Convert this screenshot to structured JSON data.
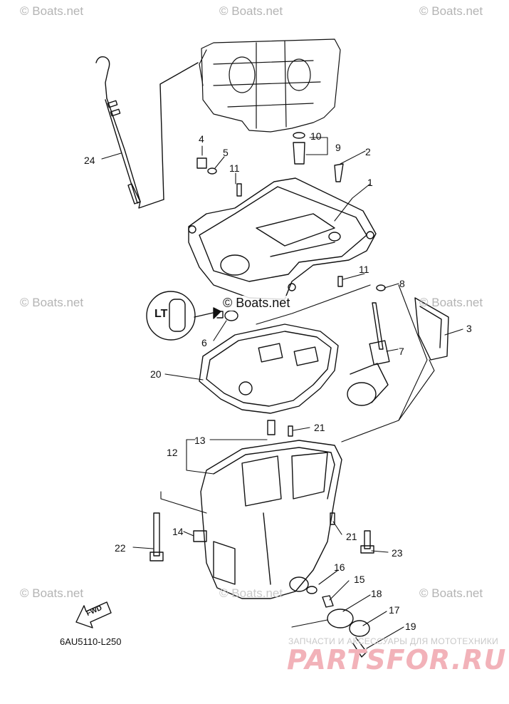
{
  "watermarks": {
    "top_left": "© Boats.net",
    "top_center": "© Boats.net",
    "top_right": "© Boats.net",
    "mid_left": "© Boats.net",
    "mid_right": "© Boats.net",
    "center": "© Boats.net",
    "bottom_left": "© Boats.net",
    "bottom_center": "© Boats.net",
    "bottom_right": "© Boats.net"
  },
  "callouts": [
    "1",
    "2",
    "3",
    "4",
    "5",
    "6",
    "7",
    "8",
    "9",
    "10",
    "11",
    "11",
    "12",
    "13",
    "14",
    "15",
    "16",
    "17",
    "18",
    "19",
    "20",
    "21",
    "21",
    "22",
    "23",
    "24"
  ],
  "diagram_code": "6AU5110-L250",
  "fwd_label": "FWD",
  "sealant_label": "LT",
  "brand": {
    "tagline": "ЗАПЧАСТИ И АКСЕССУАРЫ ДЛЯ МОТОТЕХНИКИ",
    "logo": "PARTSFOR.RU"
  },
  "colors": {
    "line": "#111111",
    "watermark": "#b4b4b4",
    "logo": "#f2b2b9"
  }
}
